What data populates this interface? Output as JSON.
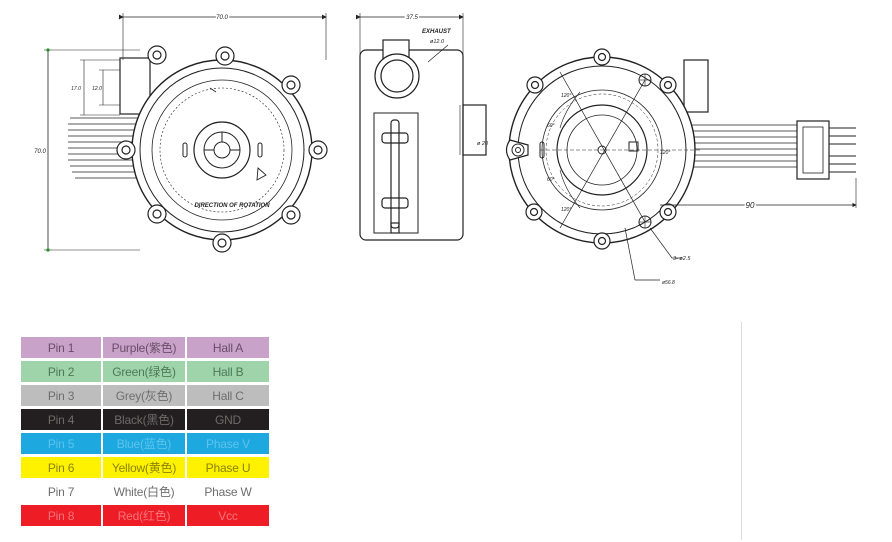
{
  "drawing": {
    "front": {
      "width_dim": "70.0",
      "height_dim": "70.0",
      "outlet_outer": "17.0",
      "outlet_inner": "12.0",
      "direction_label": "DIRECTION OF ROTATION"
    },
    "side": {
      "depth_dim": "37.5",
      "exhaust_label": "EXHAUST",
      "exhaust_dia": "ø12.0",
      "hub_dia": "ø 20"
    },
    "back": {
      "angle_top": "120°",
      "angle_mid_upper": "60°",
      "angle_mid_lower": "60°",
      "angle_bottom": "120°",
      "angle_right": "120°",
      "lead_length": "90",
      "hole_spec": "3- ø2.5",
      "bolt_circle": "ø56.8"
    }
  },
  "pins": {
    "colors": {
      "purple": "#c8a2c8",
      "green": "#9fd3a9",
      "grey": "#bdbdbd",
      "black": "#231f20",
      "blue": "#1ea8e0",
      "yellow": "#fff200",
      "white": "#ffffff",
      "red": "#ee1c25"
    },
    "rows": [
      {
        "pin": "Pin 1",
        "color": "Purple(紫色)",
        "func": "Hall A"
      },
      {
        "pin": "Pin 2",
        "color": "Green(绿色)",
        "func": "Hall B"
      },
      {
        "pin": "Pin 3",
        "color": "Grey(灰色)",
        "func": "Hall C"
      },
      {
        "pin": "Pin 4",
        "color": "Black(黑色)",
        "func": "GND"
      },
      {
        "pin": "Pin 5",
        "color": "Blue(蓝色)",
        "func": "Phase V"
      },
      {
        "pin": "Pin 6",
        "color": "Yellow(黄色)",
        "func": "Phase U"
      },
      {
        "pin": "Pin 7",
        "color": "White(白色)",
        "func": "Phase W"
      },
      {
        "pin": "Pin 8",
        "color": "Red(红色)",
        "func": "Vcc"
      }
    ]
  }
}
